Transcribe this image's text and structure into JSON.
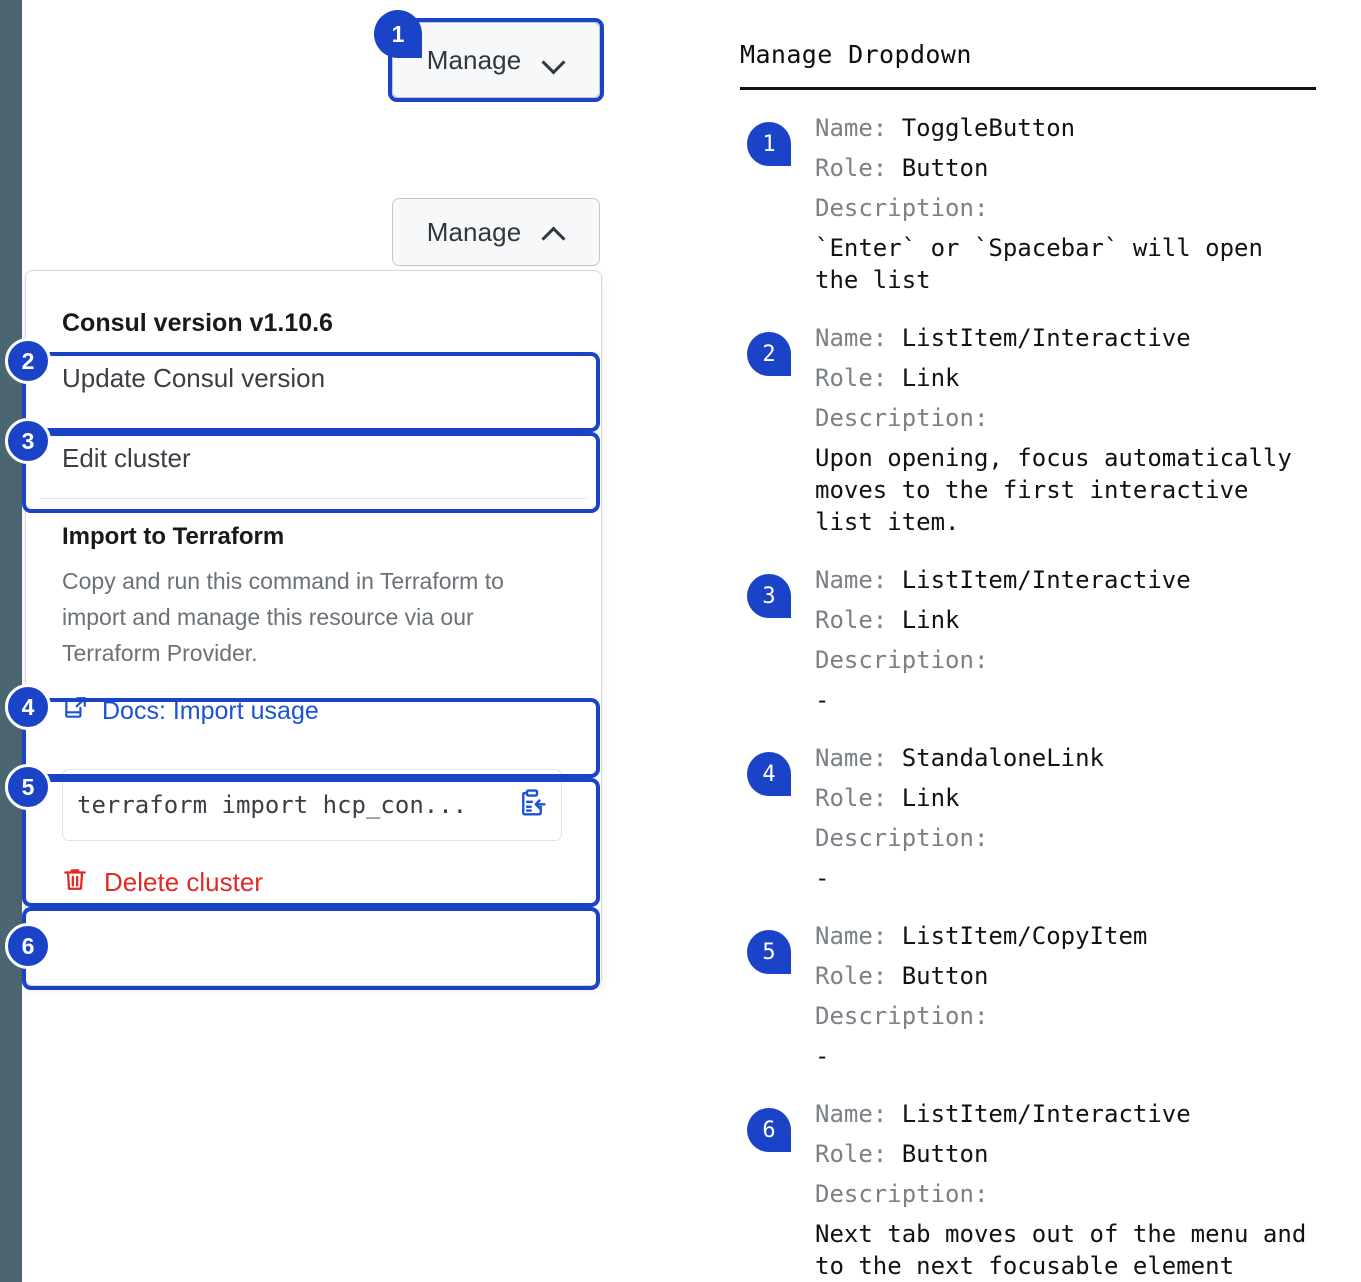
{
  "theme": {
    "accent_blue": "#1b43c8",
    "link_blue": "#1b52d6",
    "danger_red": "#e02b27",
    "rail_slate": "#4b6670"
  },
  "left_panel": {
    "manage_button_closed": {
      "label": "Manage",
      "icon": "chevron-down-icon",
      "callout": "1"
    },
    "manage_button_open": {
      "label": "Manage",
      "icon": "chevron-up-icon"
    },
    "dropdown": {
      "version_heading": "Consul version v1.10.6",
      "items": [
        {
          "label": "Update Consul version",
          "callout": "2"
        },
        {
          "label": "Edit cluster",
          "callout": "3"
        }
      ],
      "terraform": {
        "heading": "Import to Terraform",
        "description": "Copy and run this command in Terraform to import and manage this resource via our Terraform Provider.",
        "docs_link": {
          "label": "Docs: Import usage",
          "icon": "docs-external-link-icon",
          "callout": "4"
        },
        "command": {
          "value": "terraform import hcp_con...",
          "copy_icon": "clipboard-copy-icon",
          "callout": "5"
        }
      },
      "delete": {
        "label": "Delete cluster",
        "icon": "trash-icon",
        "callout": "6"
      }
    }
  },
  "right_panel": {
    "title": "Manage Dropdown",
    "labels": {
      "name": "Name:",
      "role": "Role:",
      "description": "Description:"
    },
    "entries": [
      {
        "number": "1",
        "name": "ToggleButton",
        "role": "Button",
        "description": "`Enter` or `Spacebar` will open\nthe list"
      },
      {
        "number": "2",
        "name": "ListItem/Interactive",
        "role": "Link",
        "description": "Upon opening, focus automatically\nmoves to the first interactive\nlist item."
      },
      {
        "number": "3",
        "name": "ListItem/Interactive",
        "role": "Link",
        "description": "-"
      },
      {
        "number": "4",
        "name": "StandaloneLink",
        "role": "Link",
        "description": "-"
      },
      {
        "number": "5",
        "name": "ListItem/CopyItem",
        "role": "Button",
        "description": "-"
      },
      {
        "number": "6",
        "name": "ListItem/Interactive",
        "role": "Button",
        "description": "Next tab moves out of the menu and\nto the next focusable element"
      }
    ]
  }
}
